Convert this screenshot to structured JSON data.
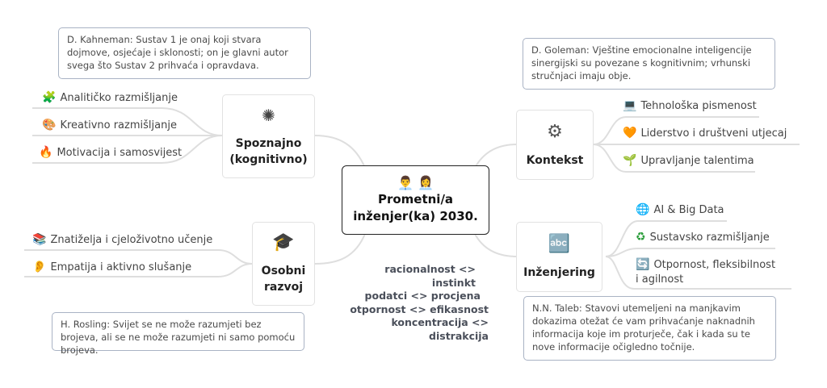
{
  "central": {
    "icons": [
      "man-technologist-icon",
      "woman-technologist-icon"
    ],
    "icon_glyphs": "👨‍💼 👩‍💼",
    "title_line1": "Prometni/a",
    "title_line2": "inženjer(ka) 2030."
  },
  "tradeoffs": [
    "racionalnost <> instinkt",
    "podatci <> procjena",
    "otpornost <> efikasnost",
    "koncentracija <> distrakcija"
  ],
  "colors": {
    "branch_line": "#dedede",
    "note_border": "#a9b3c4",
    "central_border": "#222222",
    "tradeoff_text": "#4a4f5a"
  },
  "topics": {
    "cognitive": {
      "icon": "neuron-icon",
      "glyph": "✺",
      "line1": "Spoznajno",
      "line2": "(kognitivno)",
      "note": "D. Kahneman: Sustav 1 je onaj koji stvara dojmove, osjećaje i sklonosti; on je glavni autor svega što Sustav 2 prihvaća i opravdava.",
      "leaves": [
        {
          "icon": "puzzle-icon",
          "glyph": "🧩",
          "label": "Analitičko razmišljanje"
        },
        {
          "icon": "palette-icon",
          "glyph": "🎨",
          "label": "Kreativno razmišljanje"
        },
        {
          "icon": "fire-icon",
          "glyph": "🔥",
          "label": "Motivacija i samosvijest"
        }
      ]
    },
    "personal": {
      "icon": "graduation-cap-icon",
      "glyph": "🎓",
      "line1": "Osobni",
      "line2": "razvoj",
      "note": "H. Rosling: Svijet se ne može razumjeti bez brojeva, ali se ne može razumjeti ni samo pomoću brojeva.",
      "leaves": [
        {
          "icon": "books-icon",
          "glyph": "📚",
          "label": "Znatiželja i cjeloživotno učenje"
        },
        {
          "icon": "ear-icon",
          "glyph": "👂",
          "label": "Empatija i aktivno slušanje"
        }
      ]
    },
    "context": {
      "icon": "drone-icon",
      "glyph": "⚙",
      "line1": "Kontekst",
      "note": "D. Goleman: Vještine emocionalne inteligencije sinergijski su povezane s kognitivnim; vrhunski stručnjaci imaju obje.",
      "leaves": [
        {
          "icon": "laptop-icon",
          "glyph": "💻",
          "label": "Tehnološka pismenost"
        },
        {
          "icon": "heart-hands-icon",
          "glyph": "🧡",
          "label": "Liderstvo i društveni utjecaj"
        },
        {
          "icon": "seedling-icon",
          "glyph": "🌱",
          "label": "Upravljanje talentima"
        }
      ]
    },
    "engineering": {
      "icon": "translate-icon",
      "glyph": "🔤",
      "line1": "Inženjering",
      "note": "N.N. Taleb: Stavovi utemeljeni na manjkavim dokazima otežat će vam prihvaćanje naknadnih informacija koje im proturječe, čak i kada su te nove informacije očigledno točnije.",
      "leaves": [
        {
          "icon": "globe-icon",
          "glyph": "🌐",
          "label": "AI & Big Data"
        },
        {
          "icon": "recycle-icon",
          "glyph": "♻",
          "label": "Sustavsko razmišljanje"
        },
        {
          "icon": "refresh-icon",
          "glyph": "🔄",
          "label_line1": "Otpornost, fleksibilnost",
          "label_line2": "i agilnost"
        }
      ]
    }
  }
}
